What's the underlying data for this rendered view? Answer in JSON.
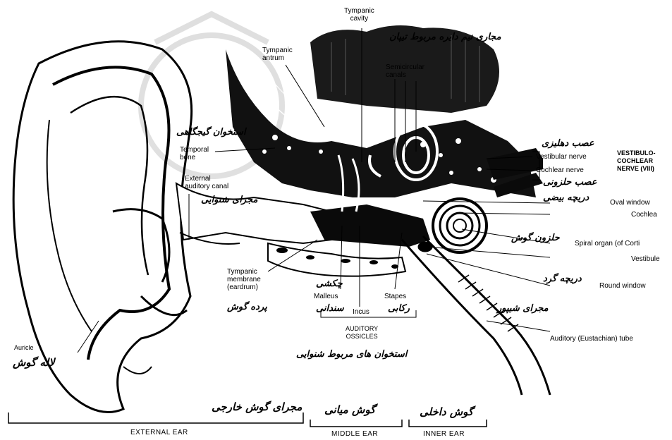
{
  "labels": {
    "tympanic_cavity": "Tympanic\ncavity",
    "tympanic_antrum": "Tympanic\nantrum",
    "semicircular_canals": "Semicircular\ncanals",
    "temporal_bone": "Temporal\nbone",
    "external_auditory_canal": "External\nauditory canal",
    "vestibulocochlear_nerve": "VESTIBULO-\nCOCHLEAR\nNERVE (VIII)",
    "vestibular_nerve": "Vestibular nerve",
    "cochlear_nerve": "Cochlear nerve",
    "oval_window": "Oval window",
    "cochlea": "Cochlea",
    "spiral_organ": "Spiral organ (of Corti",
    "vestibule": "Vestibule",
    "round_window": "Round window",
    "auditory_tube": "Auditory (Eustachian) tube",
    "tympanic_membrane": "Tympanic\nmembrane\n(eardrum)",
    "malleus": "Malleus",
    "incus": "Incus",
    "stapes": "Stapes",
    "auditory_ossicles": "AUDITORY\nOSSICLES",
    "auricle": "Auricle"
  },
  "persian": {
    "semicircular_canals": "مجاری نیم دایره مربوط تیپان",
    "temporal_bone": "استخوان گیجگاهی",
    "external_auditory_canal": "مجرای شنوایی",
    "vestibular_nerve": "عصب دهلیزی",
    "cochlear_nerve": "عصب حلزونی",
    "oval_window": "دریچه بیضی",
    "spiral_organ": "حلزون گوش",
    "round_window": "دریچه گرد",
    "auditory_tube": "مجرای شیپور",
    "tympanic_membrane": "پرده گوش",
    "malleus": "چکشی",
    "incus": "سندانی",
    "stapes": "رکابی",
    "auditory_ossicles": "استخوان های مربوط شنوایی",
    "auricle": "لاله گوش",
    "external_ear": "مجرای گوش خارجی",
    "middle_ear": "گوش میانی",
    "inner_ear": "گوش داخلی"
  },
  "sections": {
    "external_ear": "EXTERNAL EAR",
    "middle_ear": "MIDDLE EAR",
    "inner_ear": "INNER EAR"
  }
}
